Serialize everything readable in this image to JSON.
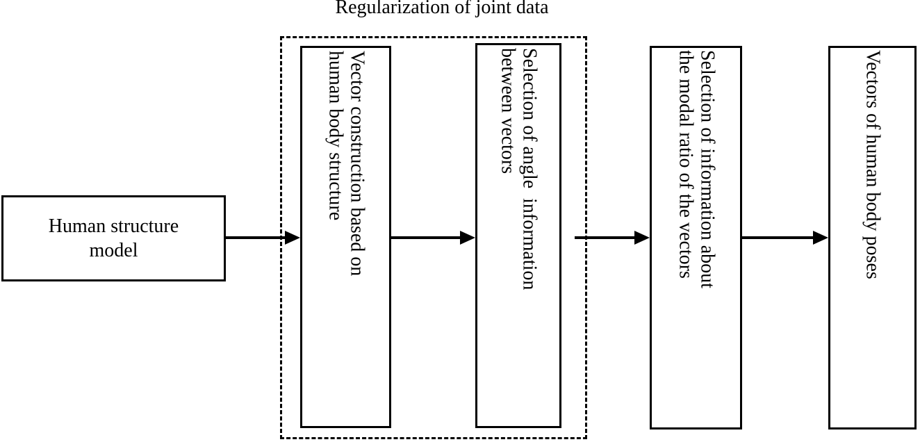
{
  "diagram": {
    "title": "Regularization of joint data",
    "group_label": "Regularization of joint data",
    "nodes": [
      {
        "id": "human-structure-model",
        "label": "Human structure\nmodel",
        "orientation": "horizontal"
      },
      {
        "id": "vector-construction",
        "label": "Vector construction based on\nhuman body structure",
        "orientation": "vertical"
      },
      {
        "id": "angle-information-selection",
        "label": "Selection of angle  information\nbetween vectors",
        "orientation": "vertical"
      },
      {
        "id": "modal-ratio-selection",
        "label": "Selection of information about\nthe modal ratio of the vectors",
        "orientation": "vertical"
      },
      {
        "id": "output-vectors",
        "label": "Vectors of human body poses",
        "orientation": "vertical"
      }
    ],
    "connectors": [
      {
        "from": "human-structure-model",
        "to": "vector-construction"
      },
      {
        "from": "vector-construction",
        "to": "angle-information-selection"
      },
      {
        "from": "angle-information-selection",
        "to": "modal-ratio-selection"
      },
      {
        "from": "modal-ratio-selection",
        "to": "output-vectors"
      }
    ],
    "colors": {
      "stroke": "#000000",
      "background": "#ffffff",
      "text": "#000000"
    }
  }
}
